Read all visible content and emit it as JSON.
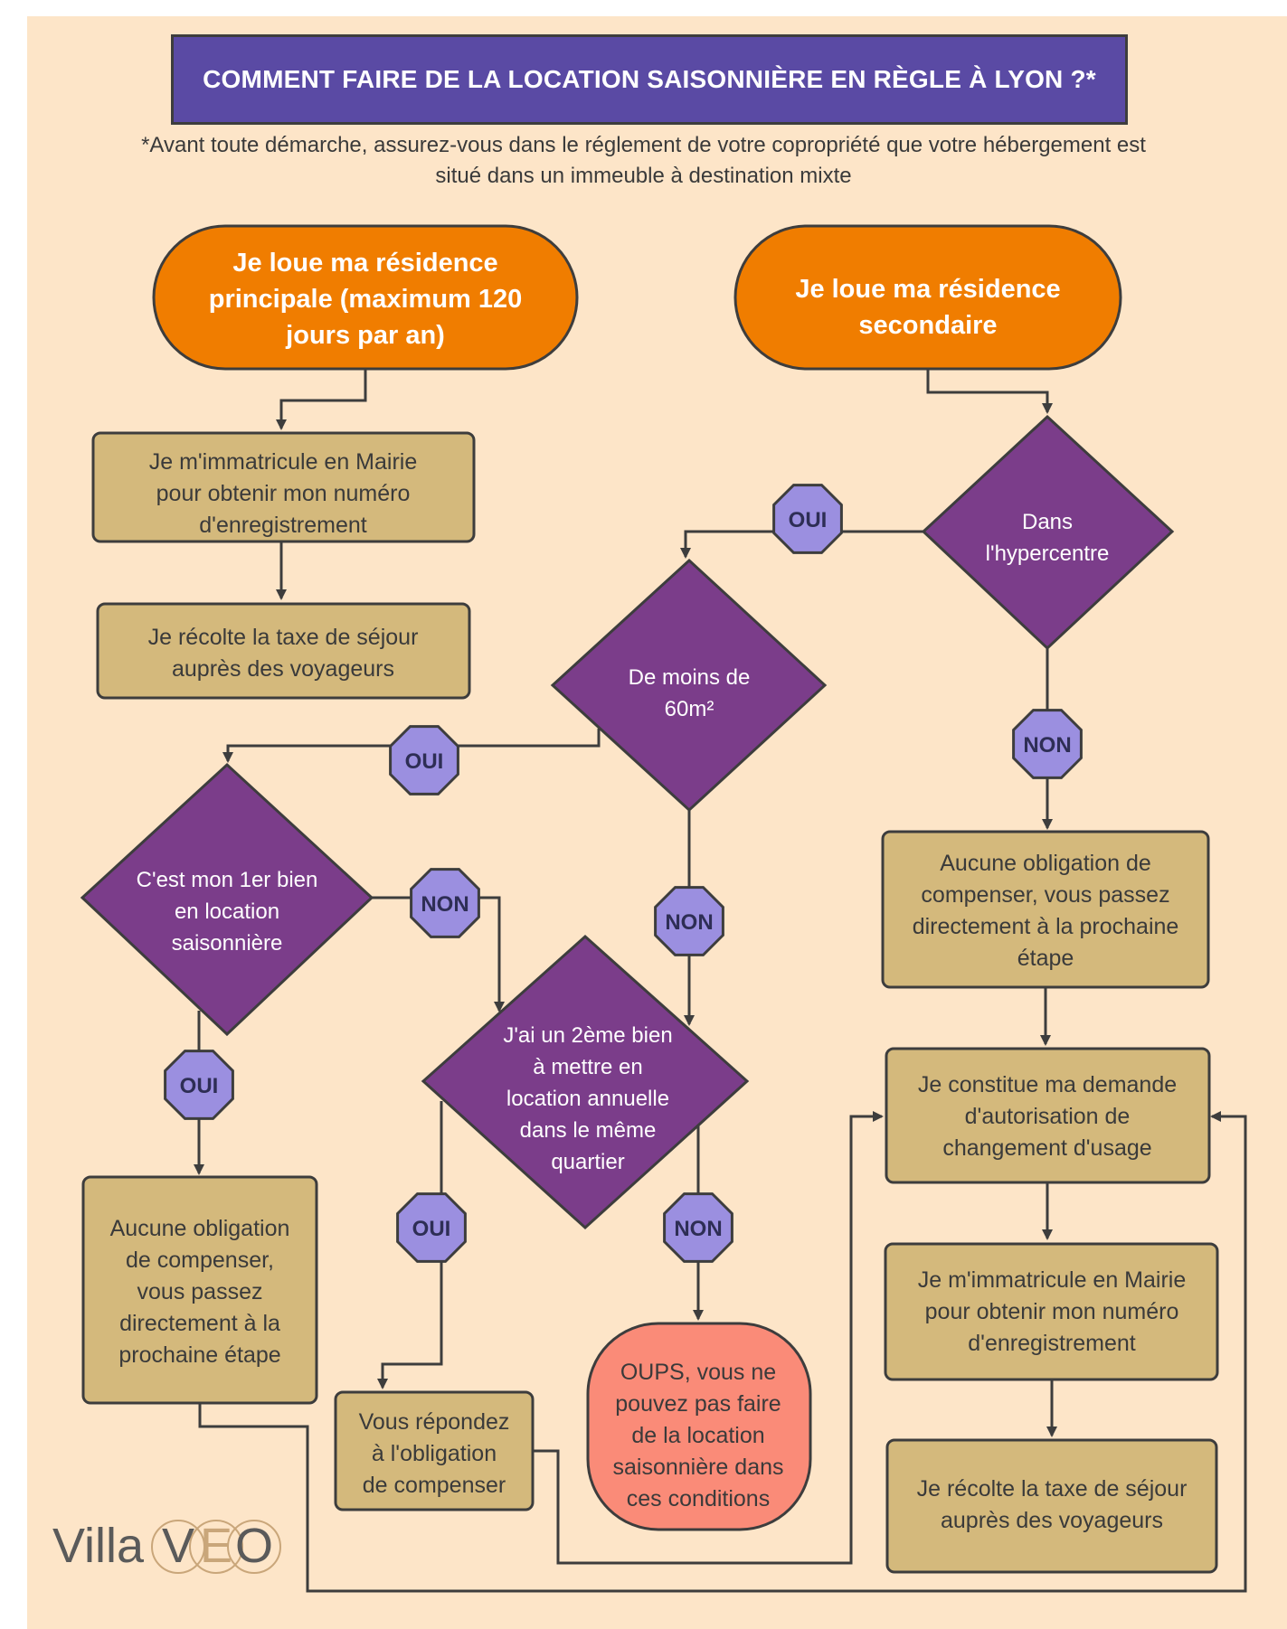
{
  "title": "COMMENT FAIRE DE LA LOCATION SAISONNIÈRE EN RÈGLE À LYON ?*",
  "subtitle": [
    "*Avant toute démarche, assurez-vous dans le réglement de votre copropriété que votre hébergement est",
    "situé dans un immeuble à destination mixte"
  ],
  "colors": {
    "background": "#fde5c8",
    "title": "#5a4aa4",
    "start": "#f07d00",
    "decision": "#7b3d8a",
    "step": "#d4b97c",
    "answer": "#9b8fe0",
    "dead_end": "#fa8b78",
    "line": "#3d3d3d"
  },
  "start_left": [
    "Je loue ma résidence",
    "principale (maximum 120",
    "jours par an)"
  ],
  "start_right": [
    "Je loue ma résidence",
    "secondaire"
  ],
  "left_step_1": [
    "Je m'immatricule en Mairie",
    "pour obtenir mon numéro",
    "d'enregistrement"
  ],
  "left_step_2": [
    "Je récolte la taxe de séjour",
    "auprès des voyageurs"
  ],
  "q_hypercentre": [
    "Dans",
    "l'hypercentre"
  ],
  "q_surface": [
    "De moins de",
    "60m²"
  ],
  "q_first_property": [
    "C'est mon 1er bien",
    "en location",
    "saisonnière"
  ],
  "q_second_property": [
    "J'ai un 2ème bien",
    "à mettre en",
    "location annuelle",
    "dans le même",
    "quartier"
  ],
  "no_compensation_right": [
    "Aucune obligation de",
    "compenser, vous passez",
    "directement à la prochaine",
    "étape"
  ],
  "no_compensation_left": [
    "Aucune obligation",
    "de compenser,",
    "vous passez",
    "directement à la",
    "prochaine étape"
  ],
  "compensate": [
    "Vous répondez",
    "à l'obligation",
    "de compenser"
  ],
  "dead_end": [
    "OUPS, vous ne",
    "pouvez pas faire",
    "de la location",
    "saisonnière dans",
    "ces conditions"
  ],
  "right_step_1": [
    "Je constitue ma demande",
    "d'autorisation de",
    "changement d'usage"
  ],
  "right_step_2": [
    "Je m'immatricule en Mairie",
    "pour obtenir mon numéro",
    "d'enregistrement"
  ],
  "right_step_3": [
    "Je récolte la taxe de séjour",
    "auprès des voyageurs"
  ],
  "answers": {
    "yes": "OUI",
    "no": "NON"
  },
  "logo": {
    "text": "Villa",
    "letters": [
      "V",
      "E",
      "O"
    ]
  }
}
